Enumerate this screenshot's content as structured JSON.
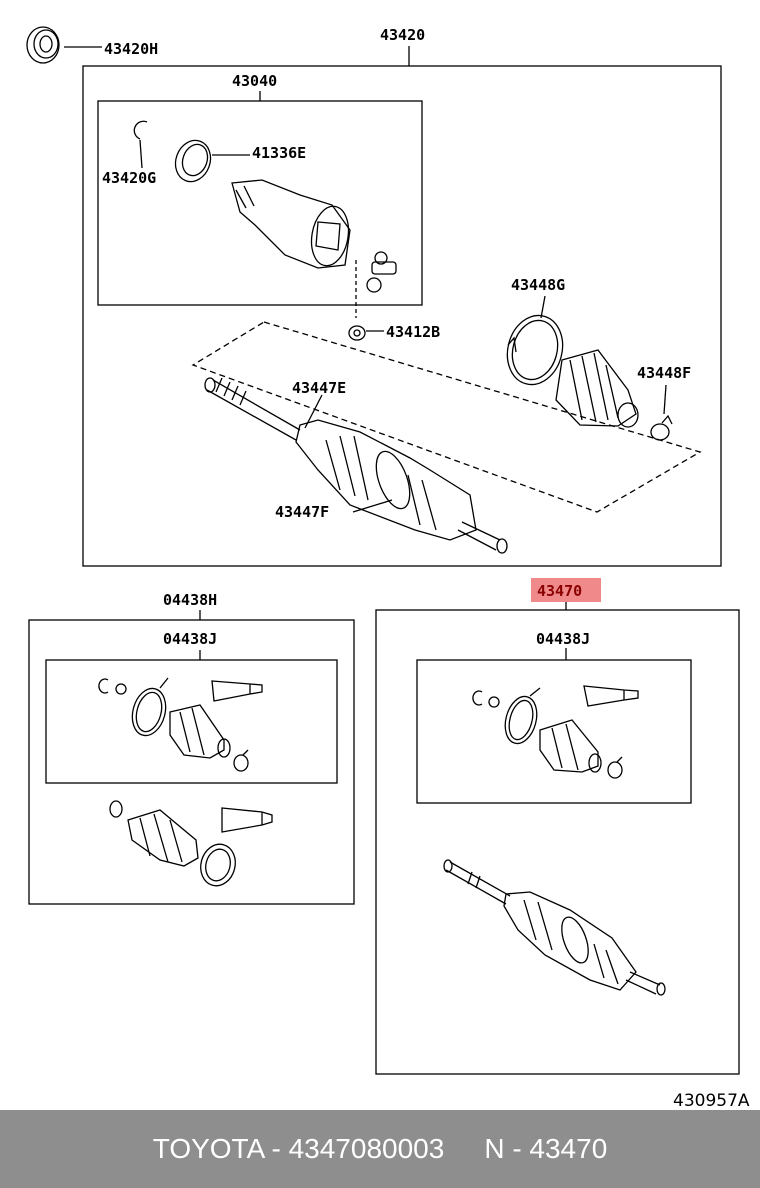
{
  "labels": {
    "p43420H": "43420H",
    "p43420": "43420",
    "p43040": "43040",
    "p41336E": "41336E",
    "p43420G": "43420G",
    "p43412B": "43412B",
    "p43448G": "43448G",
    "p43448F": "43448F",
    "p43447E": "43447E",
    "p43447F": "43447F",
    "p04438H": "04438H",
    "p04438J_left": "04438J",
    "p43470": "43470",
    "p04438J_right": "04438J",
    "figure_code": "430957A"
  },
  "highlight_color": "#f08a8a",
  "footer": {
    "brand_part": "TOYOTA - 4347080003",
    "catalog_ref": "N - 43470"
  }
}
